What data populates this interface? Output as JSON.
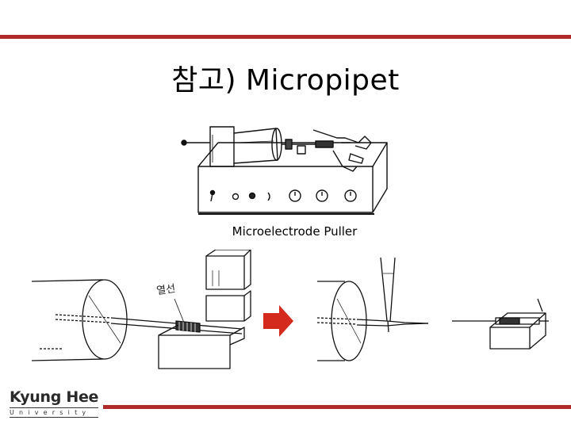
{
  "slide": {
    "title": "참고) Micropipet",
    "caption": "Microelectrode Puller",
    "annotation": "열선"
  },
  "logo": {
    "name": "Kyung Hee",
    "sub": "University"
  },
  "colors": {
    "accent": "#b02a2a",
    "arrow": "#d42a1e"
  },
  "icons": {
    "arrow": "right-arrow-icon"
  }
}
